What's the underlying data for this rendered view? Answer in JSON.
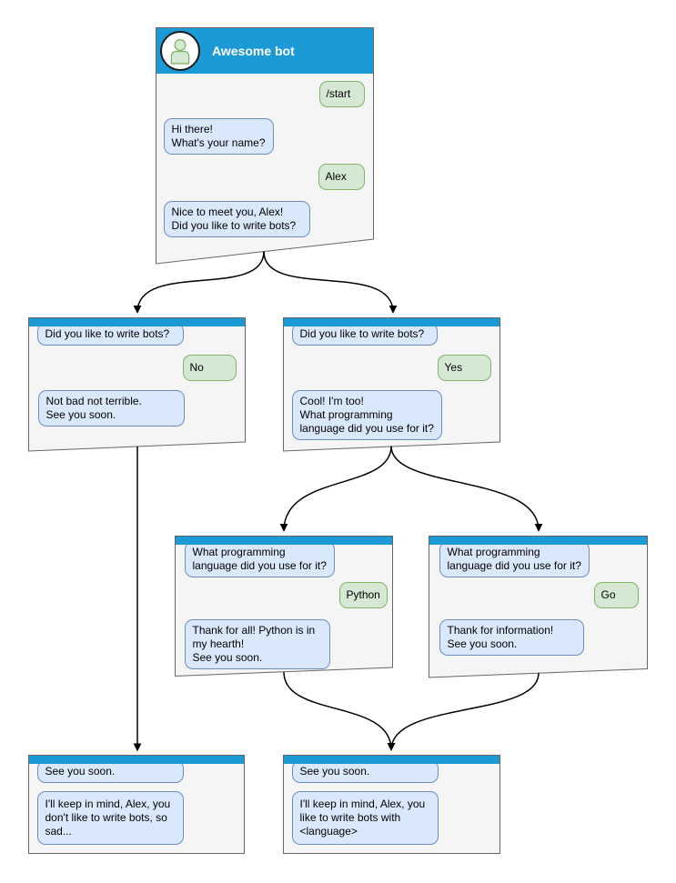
{
  "colors": {
    "header": "#1b9ad6",
    "window_fill": "#f5f5f5",
    "window_border": "#666666",
    "bot_fill": "#dae8fc",
    "bot_border": "#6c8ebf",
    "user_fill": "#d5e8d4",
    "user_border": "#82b366",
    "connector": "#000000",
    "title_text": "#ffffff"
  },
  "main_chat": {
    "title": "Awesome bot",
    "avatar_icon": "person-icon",
    "messages": [
      {
        "from": "user",
        "text": "/start"
      },
      {
        "from": "bot",
        "text": "Hi there!\nWhat's your name?"
      },
      {
        "from": "user",
        "text": "Alex"
      },
      {
        "from": "bot",
        "text": "Nice to meet you, Alex!\nDid you like to write bots?"
      }
    ]
  },
  "branch_windows": [
    {
      "quote": "Did you like to write bots?",
      "reply": "No",
      "response": "Not bad not terrible.\nSee you soon."
    },
    {
      "quote": "Did you like to write bots?",
      "reply": "Yes",
      "response": "Cool! I'm too!\nWhat programming\nlanguage did you use for it?"
    },
    {
      "quote": "What programming\nlanguage did you use for it?",
      "reply": "Python",
      "response": "Thank for all! Python is in\nmy hearth!\nSee you soon."
    },
    {
      "quote": "What programming\nlanguage did you use for it?",
      "reply": "Go",
      "response": "Thank for information!\nSee you soon."
    }
  ],
  "end_windows": [
    {
      "quote": "See you soon.",
      "response": "I'll keep in mind, Alex, you\ndon't like to write bots, so\nsad..."
    },
    {
      "quote": "See you soon.",
      "response": "I'll keep in mind, Alex, you\nlike to write bots with\n<language>"
    }
  ]
}
